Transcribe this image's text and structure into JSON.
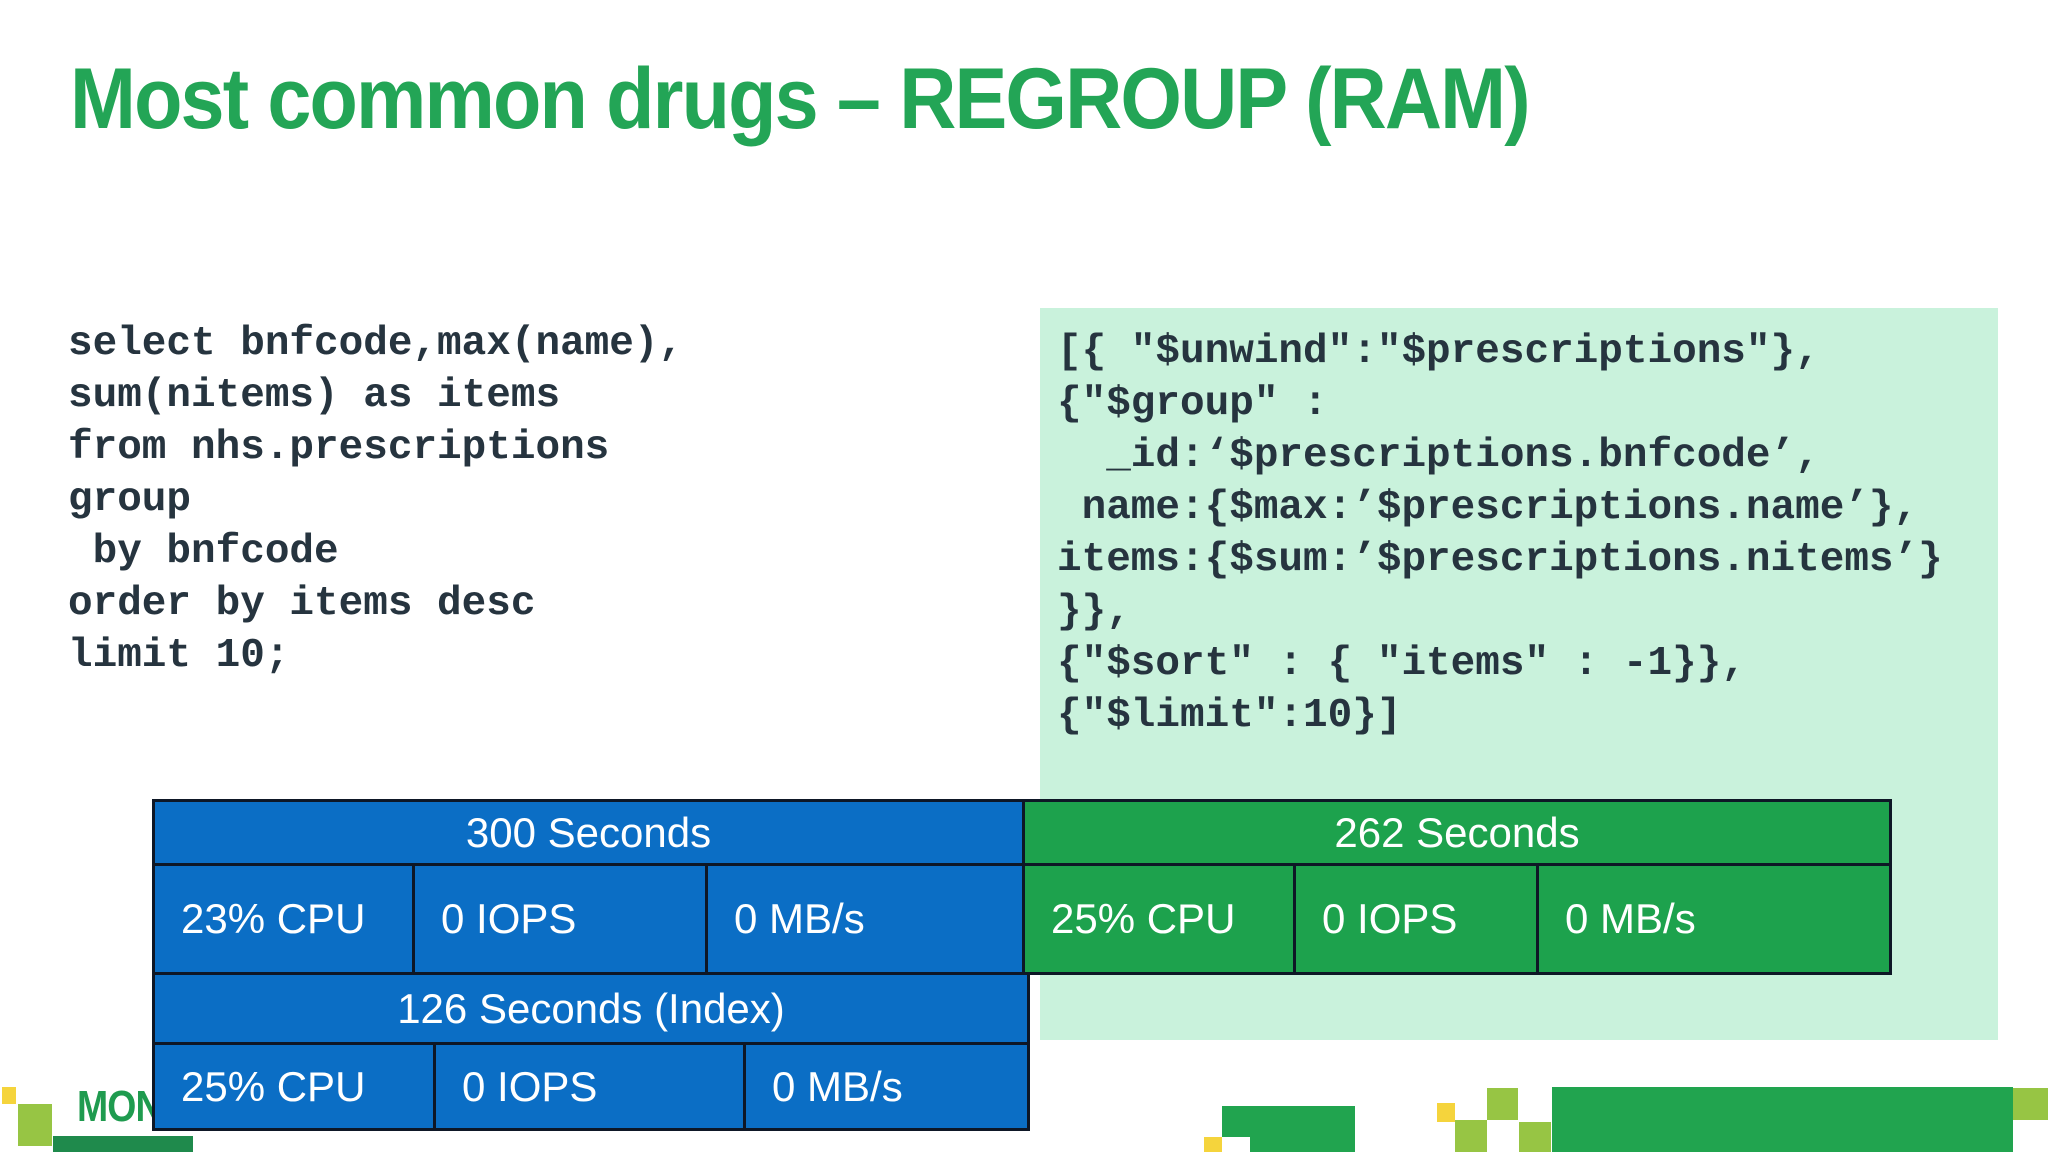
{
  "slide": {
    "title": "Most common drugs – REGROUP (RAM)"
  },
  "sql_code": {
    "language": "sql",
    "lines": [
      "select bnfcode,max(name),",
      "sum(nitems) as items",
      "from nhs.prescriptions",
      "group",
      " by bnfcode",
      "order by items desc",
      "limit 10;"
    ]
  },
  "mongo_code": {
    "language": "mongodb-aggregation",
    "lines": [
      "[{ \"$unwind\":\"$prescriptions\"},",
      "{\"$group\" :",
      "  _id:‘$prescriptions.bnfcode’,",
      " name:{$max:’$prescriptions.name’},",
      "items:{$sum:’$prescriptions.nitems’}",
      "}},",
      "{\"$sort\" : { \"items\" : -1}},",
      "{\"$limit\":10}]"
    ]
  },
  "results": {
    "sql_ram": {
      "header": "300 Seconds",
      "cells": [
        "23% CPU",
        "0 IOPS",
        "0 MB/s"
      ]
    },
    "mongo_ram": {
      "header": "262 Seconds",
      "cells": [
        "25% CPU",
        "0 IOPS",
        "0 MB/s"
      ]
    },
    "sql_index": {
      "header": "126 Seconds (Index)",
      "cells": [
        "25% CPU",
        "0 IOPS",
        "0 MB/s"
      ]
    }
  },
  "footer": {
    "brand_text": "MON"
  },
  "colors": {
    "title_green": "#23a556",
    "code_text": "#26343f",
    "mongo_box_bg": "#c9f2dc",
    "table_blue": "#0b6ec5",
    "table_green": "#1da24d",
    "table_border": "#0e1726",
    "pixel_yellow": "#f5d43c",
    "pixel_light_green": "#97c544",
    "pixel_green": "#21a44f",
    "pixel_dark_green": "#1f8a4c",
    "brand_green": "#1f9b4f"
  }
}
